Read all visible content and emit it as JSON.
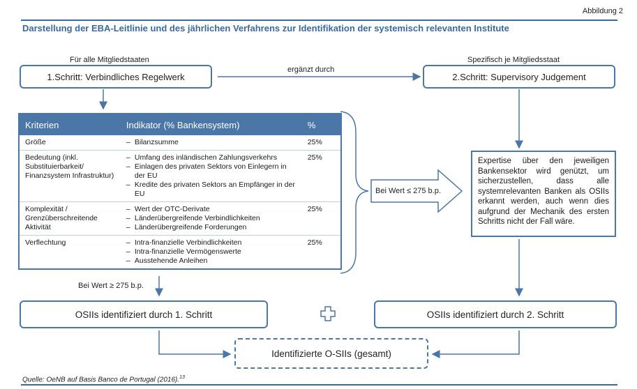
{
  "figure_label": "Abbildung 2",
  "title": "Darstellung der EBA-Leitlinie und des jährlichen Verfahrens zur Identifikation der systemisch relevanten Institute",
  "left_caption": "Für alle Mitgliedstaaten",
  "right_caption": "Spezifisch je Mitgliedsstaat",
  "step1_label": "1.Schritt: Verbindliches Regelwerk",
  "connector_label": "ergänzt durch",
  "step2_label": "2.Schritt: Supervisory Judgement",
  "table": {
    "headers": [
      "Kriterien",
      "Indikator (% Bankensystem)",
      "%"
    ],
    "rows": [
      {
        "criterion": "Größe",
        "indicators": [
          "Bilanzsumme"
        ],
        "pct": "25%"
      },
      {
        "criterion": "Bedeutung (inkl. Substituierbarkeit/ Finanzsystem Infrastruktur)",
        "indicators": [
          "Umfang des inländischen Zahlungsverkehrs",
          "Einlagen des privaten Sektors von Einlegern in der EU",
          "Kredite des privaten Sektors an Empfänger in der EU"
        ],
        "pct": "25%"
      },
      {
        "criterion": "Komplexität / Grenzüberschreitende Aktivität",
        "indicators": [
          "Wert der OTC-Derivate",
          "Länderübergreifende Verbindlichkeiten",
          "Länderübergreifende Forderungen"
        ],
        "pct": "25%"
      },
      {
        "criterion": "Verflechtung",
        "indicators": [
          "Intra-finanzielle Verbindlichkeiten",
          "Intra-finanzielle Vermögenswerte",
          "Ausstehende Anleihen"
        ],
        "pct": "25%"
      }
    ]
  },
  "threshold_low_label": "Bei Wert ≤ 275 b.p.",
  "threshold_high_label": "Bei Wert ≥ 275 b.p.",
  "expertise_text": "Expertise über den jeweiligen Bankensektor wird genützt, um sicherzustellen, dass alle systemrelevanten Banken als OSIIs erkannt werden, auch wenn dies aufgrund der Mechanik des ersten Schritts nicht der Fall wäre.",
  "osii1_label": "OSIIs identifiziert durch 1. Schritt",
  "plus_symbol": "+",
  "osii2_label": "OSIIs identifiziert durch 2. Schritt",
  "total_label": "Identifizierte O-SIIs (gesamt)",
  "source": "Quelle: OeNB auf Basis Banco de Portugal (2016).",
  "source_footnote": "13",
  "colors": {
    "accent": "#4a77a8",
    "title": "#3a6aa0"
  }
}
